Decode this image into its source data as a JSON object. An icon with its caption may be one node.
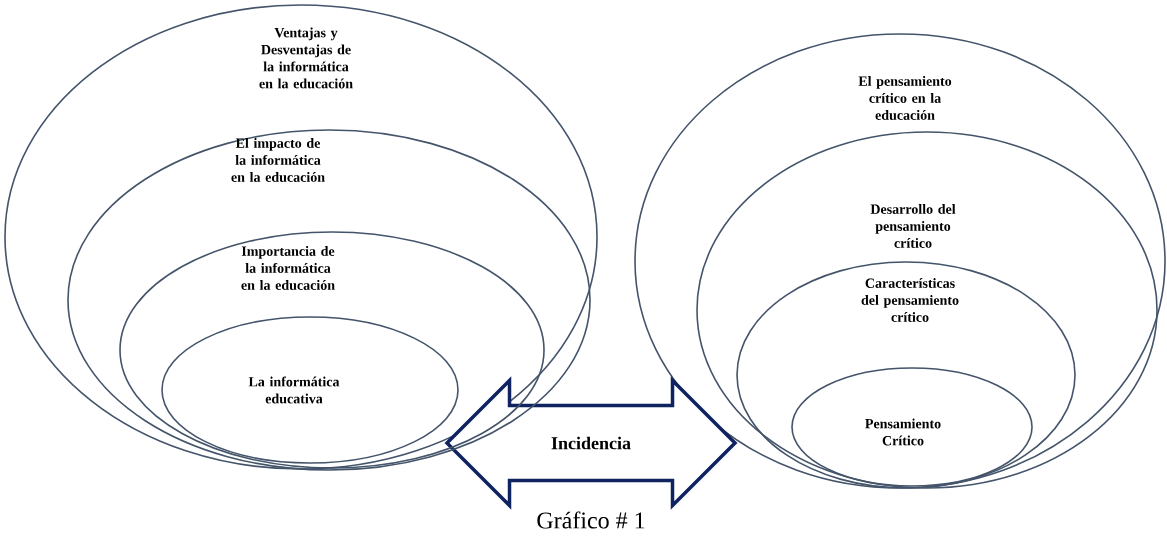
{
  "diagram": {
    "caption": "Gráfico # 1",
    "nodes": [
      {
        "text": [
          "Ventajas y Desventajas de la informática en la educación"
        ]
      },
      {
        "text": [
          "El impacto de la informática en la educación"
        ],
        "in": 0
      },
      {
        "text": [
          "Importancia de la informática en la educación"
        ],
        "in": 1
      },
      {
        "text": [
          "La informática educativa"
        ],
        "in": 2
      },
      {
        "text": [
          "El pensamiento crítico en la educación"
        ]
      },
      {
        "text": [
          "Desarrollo del pensamiento crítico"
        ],
        "in": 4
      },
      {
        "text": [
          "Características del pensamiento crítico"
        ],
        "in": 5
      },
      {
        "text": [
          "Pensamiento Crítico"
        ],
        "in": 6
      },
      {
        "text": [
          "Incidencia"
        ]
      }
    ]
  }
}
